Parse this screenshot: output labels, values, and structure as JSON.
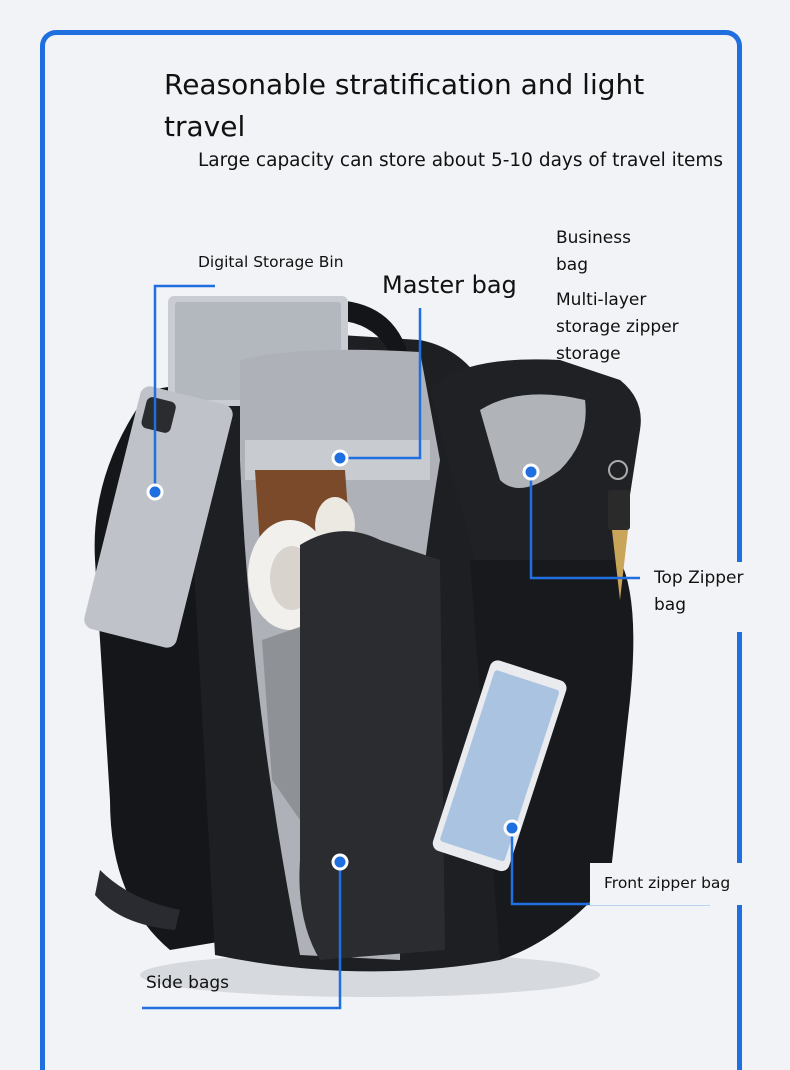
{
  "heading": {
    "title": "Reasonable stratification and light travel",
    "subtitle": "Large capacity can store about 5-10 days of travel items"
  },
  "labels": {
    "digital_storage_bin": "Digital Storage Bin",
    "master_bag": "Master bag",
    "business_bag": "Business bag",
    "multi_layer": "Multi-layer storage zipper storage",
    "top_zipper_bag": "Top Zipper bag",
    "front_zipper_bag": "Front zipper bag",
    "side_bags": "Side bags"
  },
  "colors": {
    "accent": "#1f6fe0",
    "background": "#f1f3f6",
    "bag": "#1e1f22"
  }
}
